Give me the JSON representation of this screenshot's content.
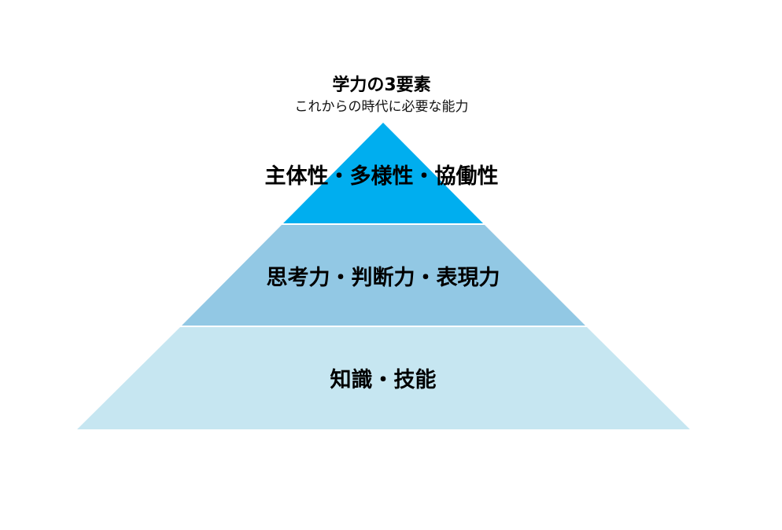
{
  "title": "学力の3要素",
  "subtitle": "これからの時代に必要な能力",
  "tiers": [
    {
      "label": "主体性・多様性・協働性",
      "color": "#00AEEF"
    },
    {
      "label": "思考力・判断力・表現力",
      "color": "#92C8E4"
    },
    {
      "label": "知識・技能",
      "color": "#C6E6F1"
    }
  ]
}
